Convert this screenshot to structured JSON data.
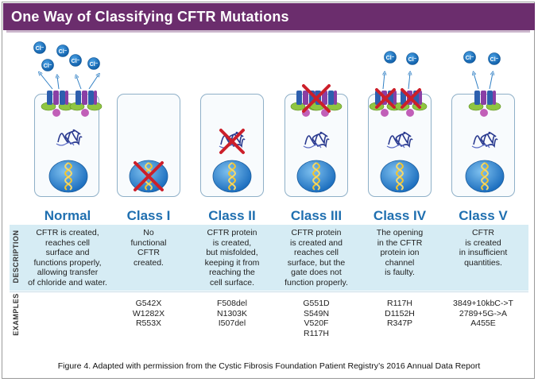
{
  "title": "One Way of Classifying CFTR Mutations",
  "ion_label": "Cl⁻",
  "row_labels": {
    "description": "DESCRIPTION",
    "examples": "EXAMPLES"
  },
  "classes": [
    {
      "name": "Normal",
      "description": "CFTR is created,\nreaches cell\nsurface and\nfunctions properly,\nallowing transfer\nof chloride and water.",
      "examples": ""
    },
    {
      "name": "Class I",
      "description": "No\nfunctional\nCFTR\ncreated.",
      "examples": "G542X\nW1282X\nR553X"
    },
    {
      "name": "Class II",
      "description": "CFTR protein\nis created,\nbut misfolded,\nkeeping it from\nreaching the\ncell surface.",
      "examples": "F508del\nN1303K\nI507del"
    },
    {
      "name": "Class III",
      "description": "CFTR protein\nis created and\nreaches cell\nsurface, but the\ngate does not\nfunction properly.",
      "examples": "G551D\nS549N\nV520F\nR117H"
    },
    {
      "name": "Class IV",
      "description": "The opening\nin the CFTR\nprotein ion\nchannel\nis faulty.",
      "examples": "R117H\nD1152H\nR347P"
    },
    {
      "name": "Class V",
      "description": "CFTR\nis created\nin insufficient\nquantities.",
      "examples": "3849+10kbC->T\n2789+5G->A\nA455E"
    }
  ],
  "caption": "Figure 4. Adapted with permission from the Cystic Fibrosis Foundation Patient Registry’s 2016 Annual Data Report",
  "colors": {
    "header": "#6b2d6d",
    "class_title": "#1f6fb0",
    "band": "#d6ecf4",
    "x_mark": "#cc1f2a"
  }
}
